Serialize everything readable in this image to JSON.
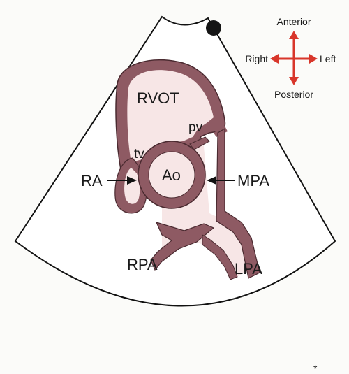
{
  "labels": {
    "rvot": "RVOT",
    "pv": "pv",
    "tv": "tv",
    "ao": "Ao",
    "ra": "RA",
    "mpa": "MPA",
    "rpa": "RPA",
    "lpa": "LPA",
    "footnote": "*"
  },
  "compass": {
    "anterior": "Anterior",
    "posterior": "Posterior",
    "right": "Right",
    "left": "Left"
  },
  "colors": {
    "wall": "#8e5a63",
    "wall_outline": "#4a2a30",
    "lumen": "#f7e6e6",
    "arrow_red": "#d8362b",
    "sector_outline": "#111111",
    "background": "#fbfbf9"
  }
}
